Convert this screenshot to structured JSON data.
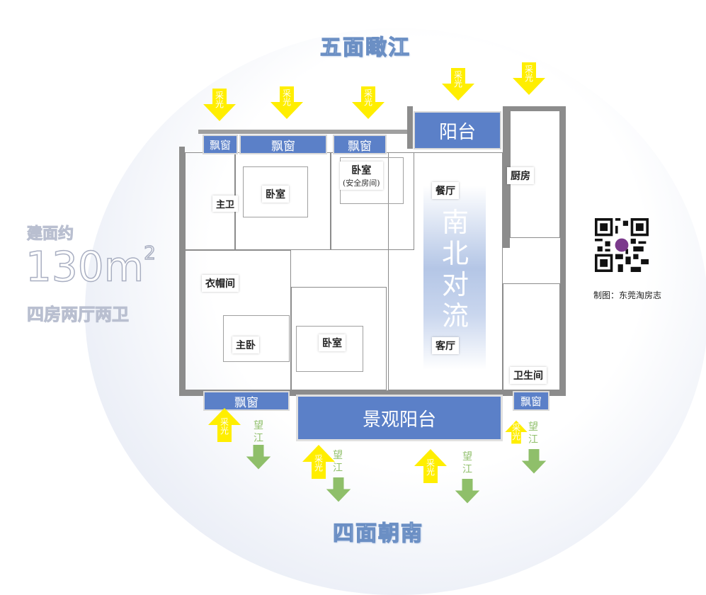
{
  "headline_top": "五面瞰江",
  "headline_bottom": "四面朝南",
  "area": {
    "label": "建面约",
    "value": "130",
    "unit": "m",
    "superscript": "2",
    "layout": "四房两厅两卫"
  },
  "center_feature": "南北对流",
  "rooms": {
    "master_bath": "主卫",
    "bedroom_1": "卧室",
    "bedroom_safe": "卧室",
    "bedroom_safe_note": "(安全房间)",
    "walk_in_closet": "衣帽间",
    "master_bedroom": "主卧",
    "bedroom_2": "卧室",
    "dining": "餐厅",
    "kitchen": "厨房",
    "living": "客厅",
    "bathroom": "卫生间"
  },
  "windows": {
    "bay_1": "飘窗",
    "bay_2": "飘窗",
    "bay_3": "飘窗",
    "bay_4": "飘窗",
    "bay_5": "飘窗",
    "balcony": "阳台",
    "view_balcony": "景观阳台"
  },
  "arrows": {
    "light": "采光",
    "light_chars": [
      "采",
      "光"
    ],
    "river_chars": [
      "望",
      "江"
    ]
  },
  "credit": "制图：东莞淘房志",
  "colors": {
    "blue_box": "#5b80c8",
    "yellow_arrow": "#ffee00",
    "green_arrow": "#8fbf6a",
    "title_outline": "#6b8fc4",
    "wall": "#8c8c8c"
  }
}
